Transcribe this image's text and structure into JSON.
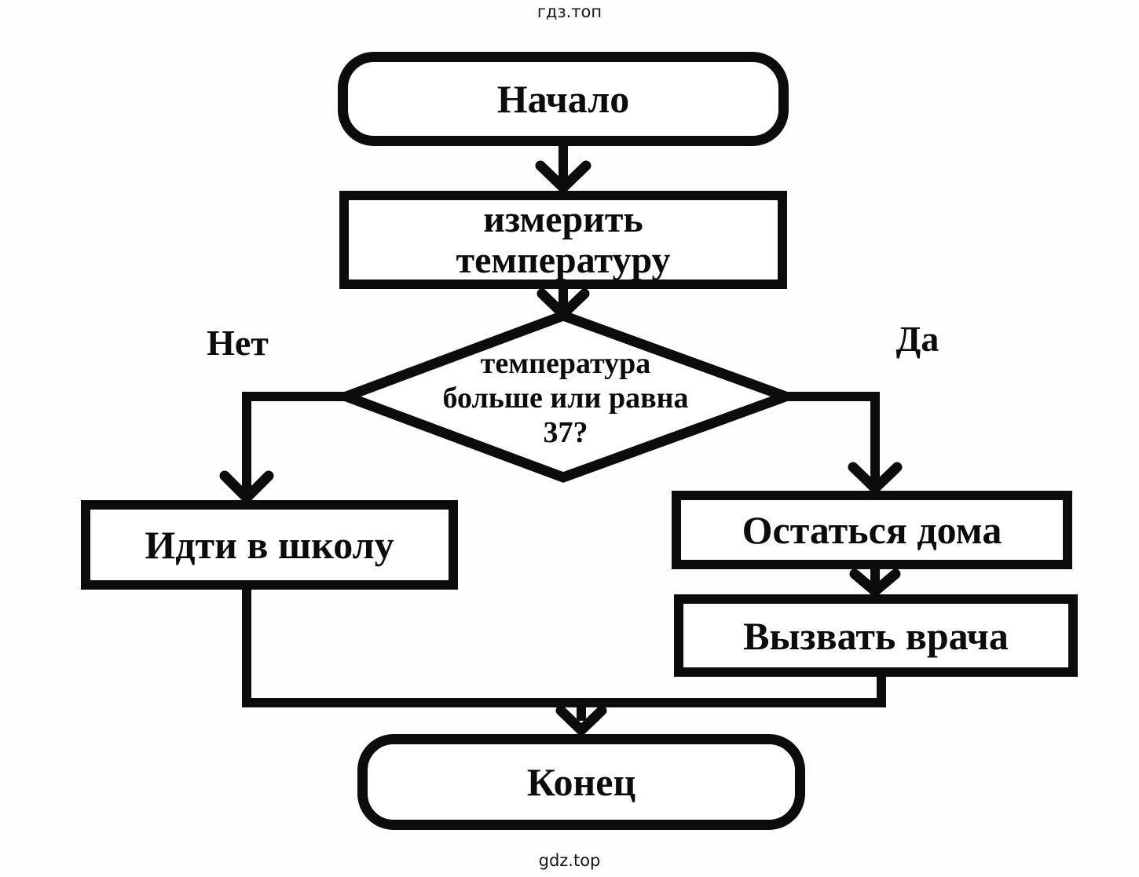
{
  "watermark_top": "гдз.топ",
  "watermark_bottom": "gdz.top",
  "ink_color": "#0c0c0c",
  "background_color": "#fefefe",
  "flowchart": {
    "nodes": {
      "start": {
        "type": "terminator",
        "label": "Начало"
      },
      "measure": {
        "type": "process",
        "label": "измерить\nтемпературу"
      },
      "decision": {
        "type": "decision",
        "label": "температура\nбольше или равна\n37?"
      },
      "school": {
        "type": "process",
        "label": "Идти в школу"
      },
      "stay_home": {
        "type": "process",
        "label": "Остаться дома"
      },
      "call_doctor": {
        "type": "process",
        "label": "Вызвать врача"
      },
      "end": {
        "type": "terminator",
        "label": "Конец"
      }
    },
    "branch_labels": {
      "no": "Нет",
      "yes": "Да"
    },
    "edges": [
      {
        "from": "start",
        "to": "measure",
        "label": ""
      },
      {
        "from": "measure",
        "to": "decision",
        "label": ""
      },
      {
        "from": "decision",
        "to": "school",
        "label": "Нет"
      },
      {
        "from": "decision",
        "to": "stay_home",
        "label": "Да"
      },
      {
        "from": "stay_home",
        "to": "call_doctor",
        "label": ""
      },
      {
        "from": "school",
        "to": "end",
        "label": ""
      },
      {
        "from": "call_doctor",
        "to": "end",
        "label": ""
      }
    ]
  }
}
